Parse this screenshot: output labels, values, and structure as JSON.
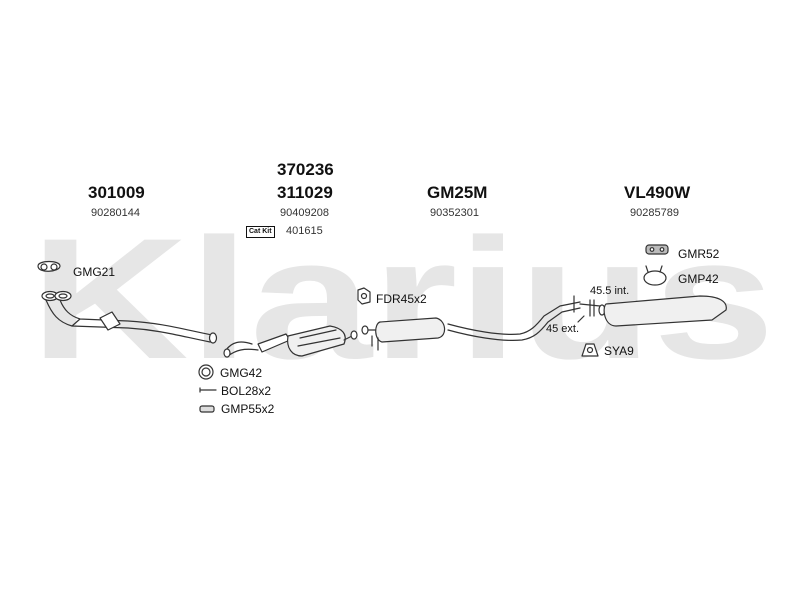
{
  "watermark": "Klarius",
  "groups": [
    {
      "part_no": "301009",
      "oem_no": "90280144"
    },
    {
      "part_no_top": "370236",
      "part_no": "311029",
      "oem_no": "90409208",
      "catkit_label": "Cat Kit",
      "catkit_no": "401615"
    },
    {
      "part_no": "GM25M",
      "oem_no": "90352301"
    },
    {
      "part_no": "VL490W",
      "oem_no": "90285789"
    }
  ],
  "accessories": {
    "gmg21": "GMG21",
    "gmg42": "GMG42",
    "bol": "BOL28x2",
    "gmp55": "GMP55x2",
    "fdr": "FDR45x2",
    "gmr52": "GMR52",
    "gmp42": "GMP42",
    "sya9": "SYA9"
  },
  "dimensions": {
    "int": "45.5 int.",
    "ext": "45 ext."
  },
  "colors": {
    "watermark": "#e6e6e6",
    "line": "#333333"
  }
}
